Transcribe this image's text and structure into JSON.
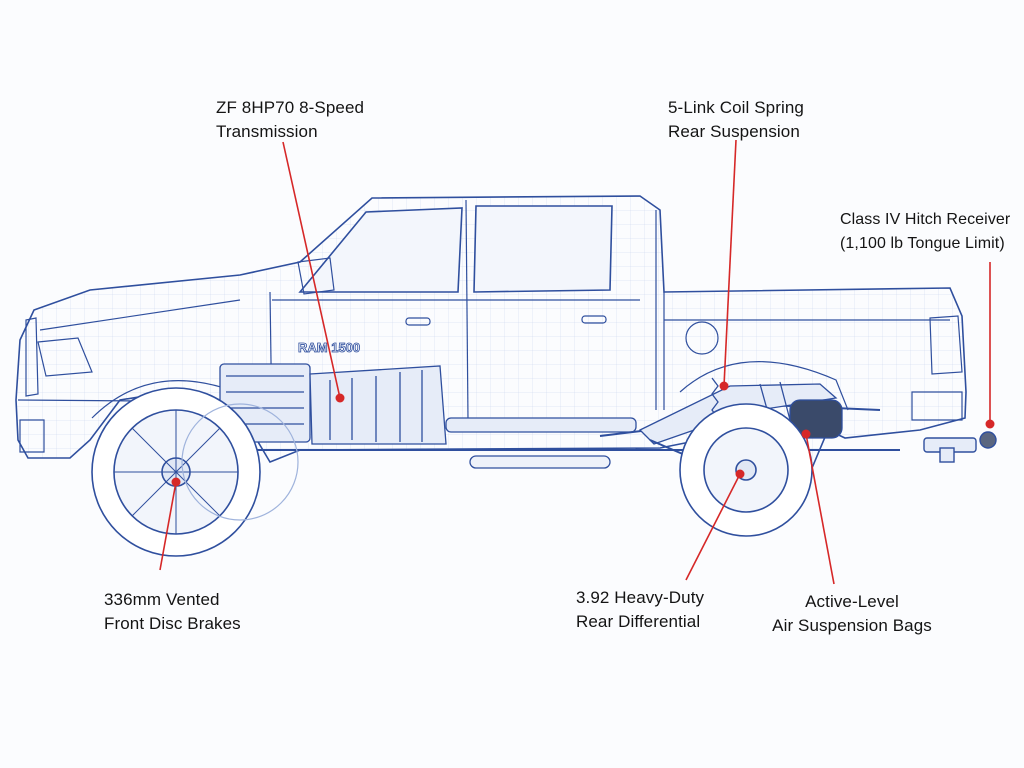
{
  "badge_text": "RAM 1500",
  "callouts": [
    {
      "id": "transmission",
      "lines": [
        "ZF 8HP70 8-Speed",
        "Transmission"
      ]
    },
    {
      "id": "rear-suspension",
      "lines": [
        "5-Link Coil Spring",
        "Rear Suspension"
      ]
    },
    {
      "id": "hitch",
      "lines": [
        "Class IV Hitch Receiver",
        "(1,100 lb Tongue Limit)"
      ]
    },
    {
      "id": "brakes",
      "lines": [
        "336mm Vented",
        "Front Disc Brakes"
      ]
    },
    {
      "id": "differential",
      "lines": [
        "3.92 Heavy-Duty",
        "Rear Differential"
      ]
    },
    {
      "id": "air-bags",
      "lines": [
        "Active-Level",
        "Air Suspension Bags"
      ]
    }
  ],
  "colors": {
    "blueprint_line": "#2f4f9e",
    "blueprint_light": "#9fb3dc",
    "leader_red": "#d62828",
    "label_text": "#141414"
  }
}
